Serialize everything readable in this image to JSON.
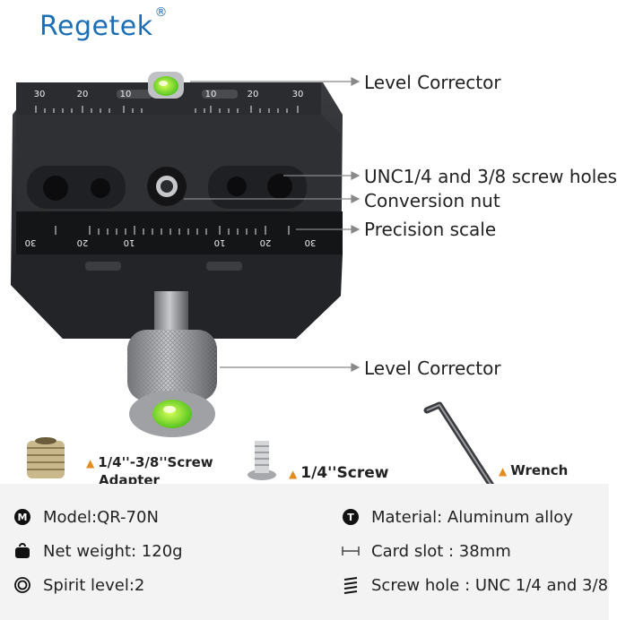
{
  "brand": {
    "name": "Regetek",
    "mark": "®"
  },
  "plate": {
    "top_scale": [
      "30",
      "20",
      "10",
      "10",
      "20",
      "30"
    ],
    "bottom_scale": [
      "30",
      "20",
      "10",
      "10",
      "20",
      "30"
    ]
  },
  "callouts": {
    "level_corrector_top": "Level Corrector",
    "screw_holes": "UNC1/4 and 3/8 screw holes",
    "conversion_nut": "Conversion nut",
    "precision_scale": "Precision scale",
    "level_corrector_knob": "Level Corrector"
  },
  "accessories": {
    "adapter_line1": "1/4''-3/8''Screw",
    "adapter_line2": "Adapter",
    "screw": "1/4''Screw",
    "wrench": "Wrench"
  },
  "specs": {
    "model": "Model:QR-70N",
    "weight": "Net weight: 120g",
    "spirit": "Spirit level:2",
    "material": "Material: Aluminum alloy",
    "card_slot": "Card slot : 38mm",
    "screw_hole": "Screw hole : UNC 1/4 and 3/8",
    "model_badge": "M",
    "material_badge": "T"
  }
}
